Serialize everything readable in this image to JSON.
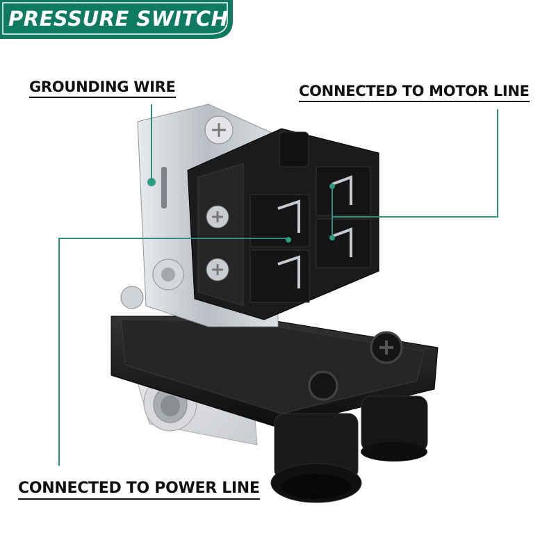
{
  "banner": {
    "title": "PRESSURE SWITCH",
    "color": "#0f7a62"
  },
  "labels": {
    "grounding": "GROUNDING WIRE",
    "motor": "CONNECTED TO MOTOR LINE",
    "power": "CONNECTED TO POWER LINE"
  },
  "colors": {
    "leader_line": "#2f8f7f",
    "body": "#1c1c1c",
    "metal": "#c8ccd0"
  }
}
